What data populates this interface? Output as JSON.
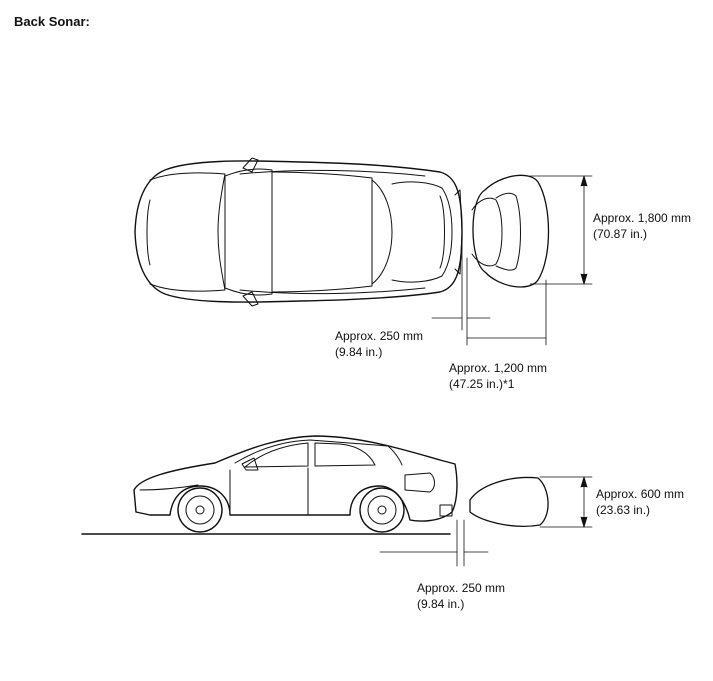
{
  "title": "Back Sonar:",
  "top_view": {
    "width_label": [
      "Approx. 1,800 mm",
      "(70.87 in.)"
    ],
    "near_label": [
      "Approx. 250 mm",
      "(9.84 in.)"
    ],
    "range_label": [
      "Approx. 1,200 mm",
      "(47.25 in.)*1"
    ]
  },
  "side_view": {
    "height_label": [
      "Approx. 600 mm",
      "(23.63 in.)"
    ],
    "near_label": [
      "Approx. 250 mm",
      "(9.84 in.)"
    ]
  }
}
